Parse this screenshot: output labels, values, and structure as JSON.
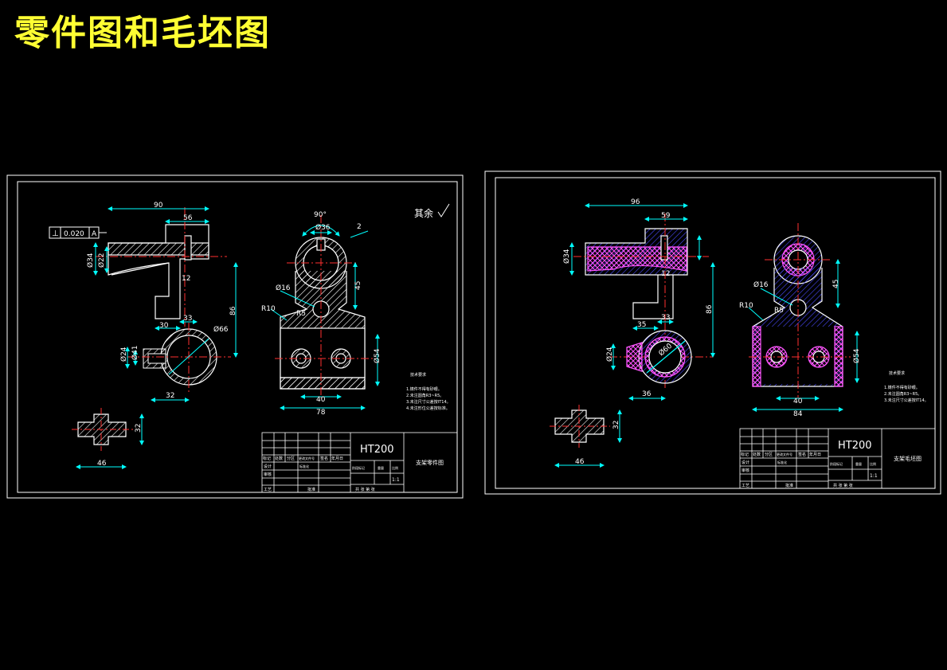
{
  "title": "零件图和毛坯图",
  "colors": {
    "background": "#000000",
    "title": "#ffff33",
    "outline": "#ffffff",
    "dimension": "#00ffff",
    "centerline": "#ff3030",
    "hatch": "#ff55ff",
    "stock": "#3a3aff"
  },
  "part_drawing": {
    "tolerance_frame": {
      "symbol": "⊥",
      "value": "0.020",
      "datum": "A"
    },
    "roughness_note": "其余",
    "angle_label": "90°",
    "dims": {
      "top_90": "90",
      "top_56": "56",
      "slot_2": "2",
      "d34": "Ø34",
      "d22": "Ø22",
      "v12": "12",
      "v45": "45",
      "v86": "86",
      "h30": "30",
      "h33": "33",
      "d66": "Ø66",
      "d24": "Ø24",
      "d41": "Ø41",
      "h32": "32",
      "r10": "R10",
      "r5": "R5",
      "d16": "Ø16",
      "h40": "40",
      "h78": "78",
      "d54": "Ø54",
      "d36": "Ø36",
      "section_46": "46",
      "section_32": "32"
    },
    "notes_title": "技术要求",
    "notes": [
      "1.铸件不得有砂眼。",
      "2.未注圆角R3~R5。",
      "3.未注尺寸公差按IT14。",
      "4.未注形位公差按标准。"
    ],
    "title_block": {
      "material": "HT200",
      "drawing_name": "支架零件图",
      "scale": "1:1",
      "headers": [
        "标记",
        "处数",
        "分区",
        "更改文件号",
        "签名",
        "年月日"
      ],
      "rows": [
        "设计",
        "审核",
        "工艺"
      ],
      "labels": [
        "标准化",
        "阶段标记",
        "重量",
        "比例",
        "批准",
        "共 张 第 张"
      ]
    }
  },
  "blank_drawing": {
    "dims": {
      "top_96": "96",
      "top_59": "59",
      "d34": "Ø34",
      "v12": "12",
      "v45": "45",
      "v86": "86",
      "h35": "35",
      "h33": "33",
      "d60": "Ø60",
      "d24": "Ø24",
      "h36": "36",
      "r10": "R10",
      "r5": "R5",
      "d16": "Ø16",
      "h40": "40",
      "h84": "84",
      "d54": "Ø54",
      "section_46": "46",
      "section_32": "32"
    },
    "notes_title": "技术要求",
    "notes": [
      "1.铸件不得有砂眼。",
      "2.未注圆角R3~R5。",
      "3.未注尺寸公差按IT14。"
    ],
    "title_block": {
      "material": "HT200",
      "drawing_name": "支架毛坯图",
      "scale": "1:1",
      "headers": [
        "标记",
        "处数",
        "分区",
        "更改文件号",
        "签名",
        "年月日"
      ],
      "rows": [
        "设计",
        "审核",
        "工艺"
      ],
      "labels": [
        "标准化",
        "阶段标记",
        "重量",
        "比例",
        "批准",
        "共 张 第 张"
      ]
    }
  }
}
